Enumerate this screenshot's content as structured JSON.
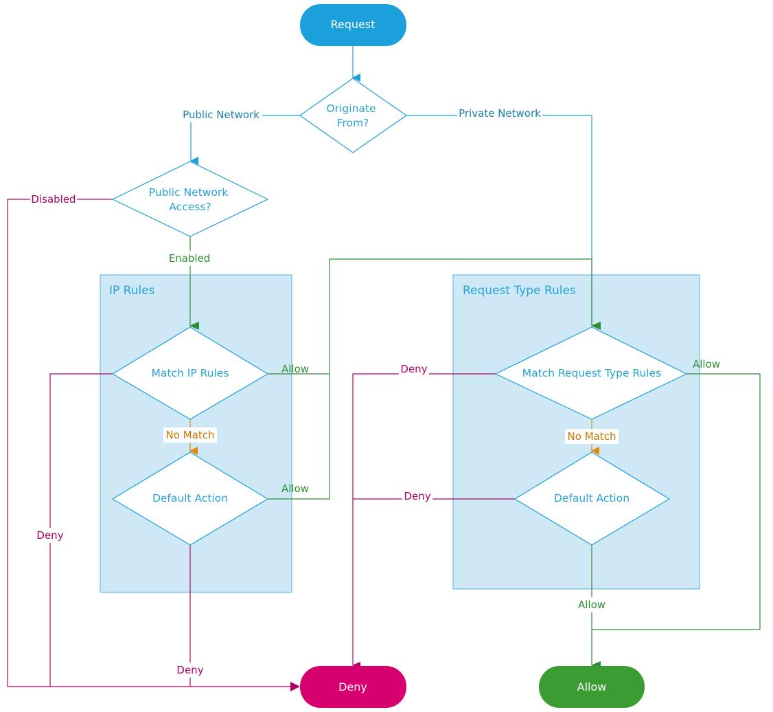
{
  "colors": {
    "blue": "#1ca0dc",
    "blue_dark": "#1a7fae",
    "diamond_text": "#27a3d6",
    "group_fill": "#cfe8f5",
    "group_border": "#53afdc",
    "magenta": "#b00068",
    "magenta_fill": "#d6006f",
    "green": "#2e8f32",
    "green_fill": "#3c9c34",
    "orange": "#e08a0a",
    "no_match_text": "#c77700"
  },
  "nodes": {
    "request": "Request",
    "originate": [
      "Originate",
      "From?"
    ],
    "public_access": [
      "Public Network",
      "Access?"
    ],
    "match_ip": "Match IP Rules",
    "default_left": "Default Action",
    "match_request_type": "Match Request Type Rules",
    "default_right": "Default Action",
    "deny_end": "Deny",
    "allow_end": "Allow"
  },
  "groups": {
    "ip_rules": "IP Rules",
    "request_type_rules": "Request Type Rules"
  },
  "edge_labels": {
    "public_network": "Public Network",
    "private_network": "Private Network",
    "disabled": "Disabled",
    "enabled": "Enabled",
    "allow_ip": "Allow",
    "allow_default_left": "Allow",
    "no_match_left": "No Match",
    "deny_ip": "Deny",
    "deny_default_left": "Deny",
    "deny_request_type": "Deny",
    "deny_default_right": "Deny",
    "allow_request_type": "Allow",
    "no_match_right": "No Match",
    "allow_default_right": "Allow"
  }
}
